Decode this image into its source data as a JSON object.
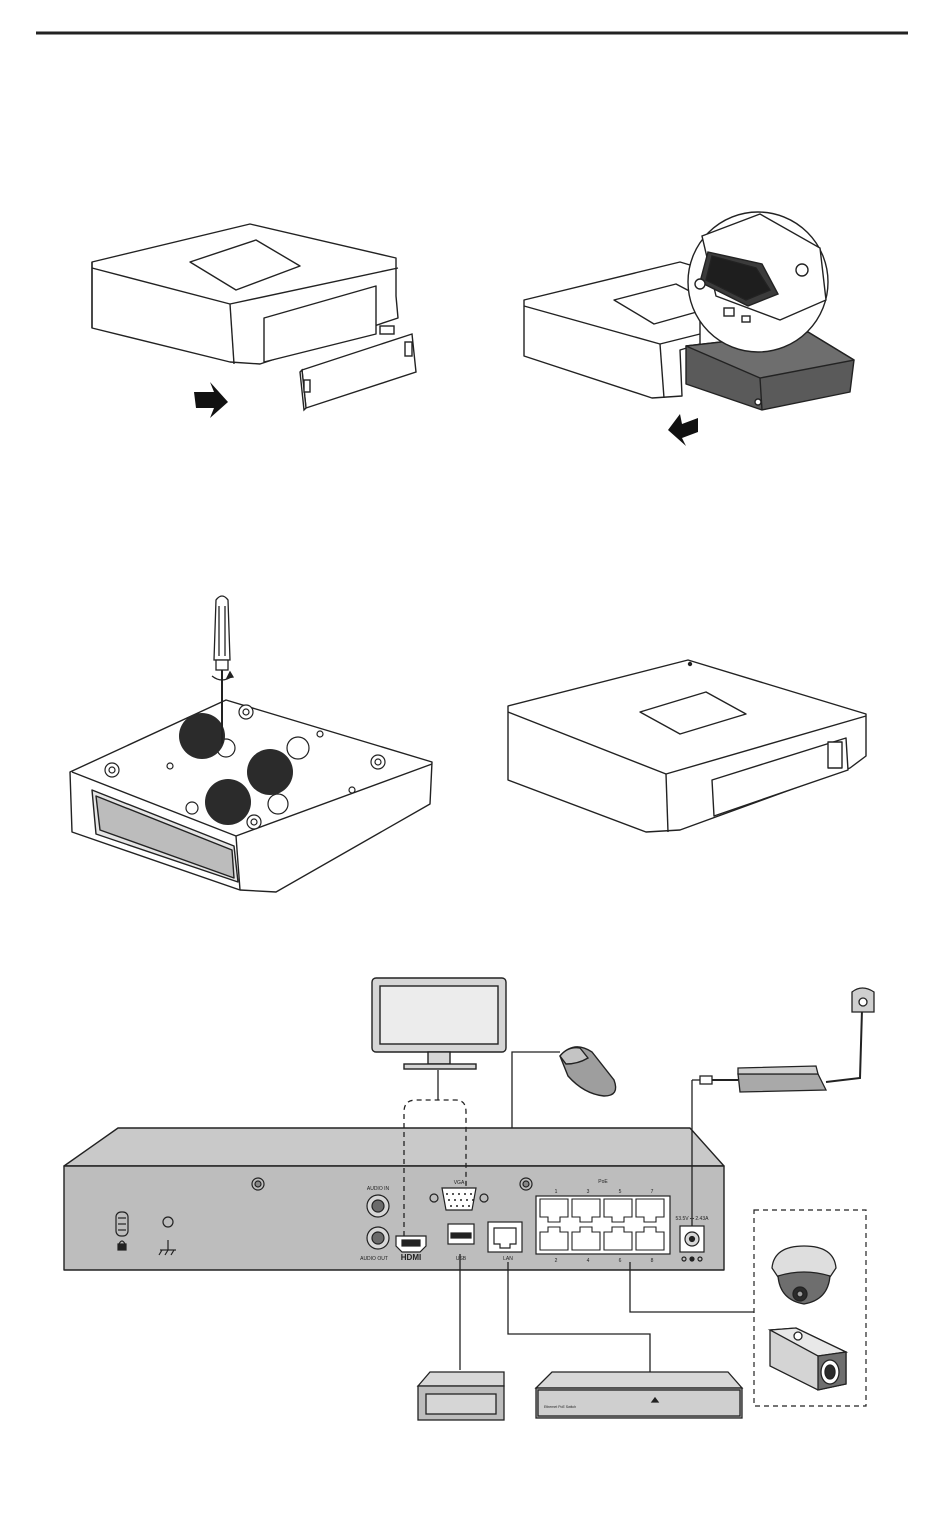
{
  "rear_panel": {
    "audio_in": "AUDIO IN",
    "audio_out": "AUDIO OUT",
    "hdmi": "HDMI",
    "vga": "VGA",
    "usb": "USB",
    "lan": "LAN",
    "poe": "PoE",
    "port_top_numbers": [
      "1",
      "3",
      "5",
      "7"
    ],
    "port_bottom_numbers": [
      "2",
      "4",
      "6",
      "8"
    ],
    "power_rating": "53.5V ⎓ 2.43A"
  },
  "device_labels": {
    "switch_name": "Ethernet PoE Switch"
  },
  "colors": {
    "line": "#222222",
    "panel": "#bdbdbd",
    "panel_top": "#c9c9c9",
    "callout_circle": "#2b2b2b",
    "screen": "#e3e3e3"
  },
  "icons": [
    "screwdriver-icon",
    "arrow-icon",
    "lock-icon",
    "ground-icon",
    "hdmi-port-icon",
    "vga-port-icon",
    "usb-port-icon",
    "rj45-port-icon",
    "power-plug-icon"
  ]
}
